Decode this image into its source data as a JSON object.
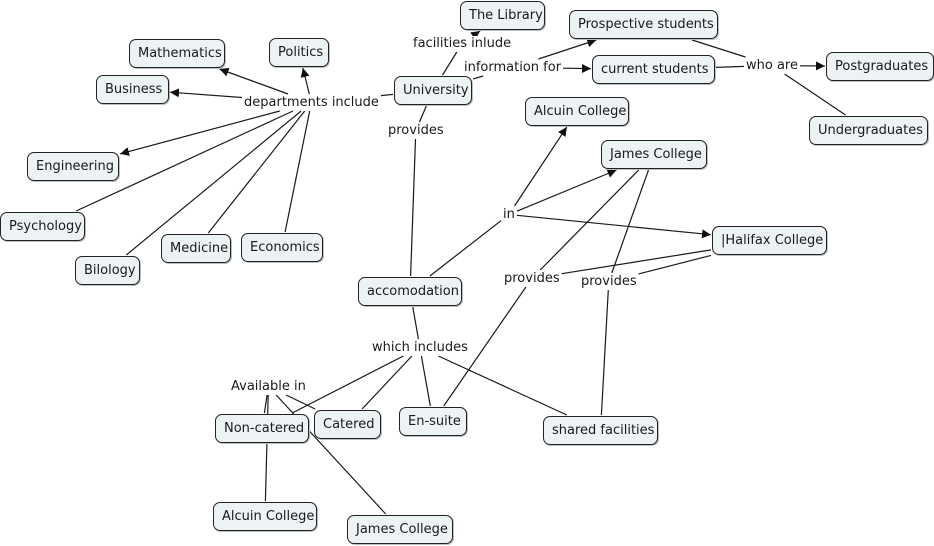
{
  "map": {
    "concepts": [
      {
        "id": "library",
        "label": "The Library"
      },
      {
        "id": "prospective",
        "label": "Prospective students"
      },
      {
        "id": "mathematics",
        "label": "Mathematics"
      },
      {
        "id": "politics",
        "label": "Politics"
      },
      {
        "id": "current",
        "label": "current students"
      },
      {
        "id": "postgraduates",
        "label": "Postgraduates"
      },
      {
        "id": "business",
        "label": "Business"
      },
      {
        "id": "university",
        "label": "University"
      },
      {
        "id": "alcuin_top",
        "label": "Alcuin College"
      },
      {
        "id": "undergraduates",
        "label": "Undergraduates"
      },
      {
        "id": "james_top",
        "label": "James College"
      },
      {
        "id": "engineering",
        "label": "Engineering"
      },
      {
        "id": "psychology",
        "label": "Psychology"
      },
      {
        "id": "halifax",
        "label": "|Halifax College"
      },
      {
        "id": "medicine",
        "label": "Medicine"
      },
      {
        "id": "economics",
        "label": "Economics"
      },
      {
        "id": "biology",
        "label": "Bilology"
      },
      {
        "id": "accomodation",
        "label": "accomodation"
      },
      {
        "id": "catered",
        "label": "Catered"
      },
      {
        "id": "ensuite",
        "label": "En-suite"
      },
      {
        "id": "noncatered",
        "label": "Non-catered"
      },
      {
        "id": "shared",
        "label": "shared facilities"
      },
      {
        "id": "alcuin_bottom",
        "label": "Alcuin College"
      },
      {
        "id": "james_bottom",
        "label": "James College"
      }
    ],
    "linking_phrases": [
      {
        "id": "facilities",
        "label": "facilities inlude"
      },
      {
        "id": "infofor",
        "label": "information for"
      },
      {
        "id": "whoare",
        "label": "who are"
      },
      {
        "id": "departments",
        "label": "departments include"
      },
      {
        "id": "provides_univ",
        "label": "provides"
      },
      {
        "id": "in",
        "label": "in"
      },
      {
        "id": "provides_james",
        "label": "provides"
      },
      {
        "id": "provides_halifax",
        "label": "provides"
      },
      {
        "id": "whichincludes",
        "label": "which includes"
      },
      {
        "id": "availablein",
        "label": "Available in"
      }
    ],
    "connections": [
      {
        "from": "university",
        "to": "facilities",
        "arrow": false
      },
      {
        "from": "facilities",
        "to": "library",
        "arrow": true
      },
      {
        "from": "university",
        "to": "infofor",
        "arrow": false
      },
      {
        "from": "infofor",
        "to": "prospective",
        "arrow": true
      },
      {
        "from": "infofor",
        "to": "current",
        "arrow": true
      },
      {
        "from": "prospective",
        "to": "whoare",
        "arrow": false
      },
      {
        "from": "current",
        "to": "whoare",
        "arrow": false
      },
      {
        "from": "whoare",
        "to": "postgraduates",
        "arrow": true
      },
      {
        "from": "whoare",
        "to": "undergraduates",
        "arrow": false
      },
      {
        "from": "university",
        "to": "departments",
        "arrow": false
      },
      {
        "from": "departments",
        "to": "mathematics",
        "arrow": true
      },
      {
        "from": "departments",
        "to": "politics",
        "arrow": true
      },
      {
        "from": "departments",
        "to": "business",
        "arrow": true
      },
      {
        "from": "departments",
        "to": "engineering",
        "arrow": true
      },
      {
        "from": "departments",
        "to": "psychology",
        "arrow": false
      },
      {
        "from": "departments",
        "to": "biology",
        "arrow": false
      },
      {
        "from": "departments",
        "to": "medicine",
        "arrow": false
      },
      {
        "from": "departments",
        "to": "economics",
        "arrow": false
      },
      {
        "from": "university",
        "to": "provides_univ",
        "arrow": false
      },
      {
        "from": "provides_univ",
        "to": "accomodation",
        "arrow": false
      },
      {
        "from": "accomodation",
        "to": "in",
        "arrow": false
      },
      {
        "from": "in",
        "to": "alcuin_top",
        "arrow": true
      },
      {
        "from": "in",
        "to": "james_top",
        "arrow": true
      },
      {
        "from": "in",
        "to": "halifax",
        "arrow": true
      },
      {
        "from": "james_top",
        "to": "provides_james",
        "arrow": false
      },
      {
        "from": "james_top",
        "to": "provides_halifax",
        "arrow": false
      },
      {
        "from": "halifax",
        "to": "provides_james",
        "arrow": false
      },
      {
        "from": "halifax",
        "to": "provides_halifax",
        "arrow": false
      },
      {
        "from": "provides_james",
        "to": "ensuite",
        "arrow": false
      },
      {
        "from": "provides_halifax",
        "to": "shared",
        "arrow": false
      },
      {
        "from": "accomodation",
        "to": "whichincludes",
        "arrow": false
      },
      {
        "from": "whichincludes",
        "to": "noncatered",
        "arrow": false
      },
      {
        "from": "whichincludes",
        "to": "catered",
        "arrow": false
      },
      {
        "from": "whichincludes",
        "to": "ensuite",
        "arrow": false
      },
      {
        "from": "whichincludes",
        "to": "shared",
        "arrow": false
      },
      {
        "from": "noncatered",
        "to": "availablein",
        "arrow": false
      },
      {
        "from": "availablein",
        "to": "catered",
        "arrow": false
      },
      {
        "from": "availablein",
        "to": "alcuin_bottom",
        "arrow": false
      },
      {
        "from": "availablein",
        "to": "james_bottom",
        "arrow": false
      }
    ]
  },
  "colors": {
    "node_fill": "#edf2f4",
    "node_border": "#222222",
    "line": "#1a1a1a",
    "background": "#ffffff"
  }
}
